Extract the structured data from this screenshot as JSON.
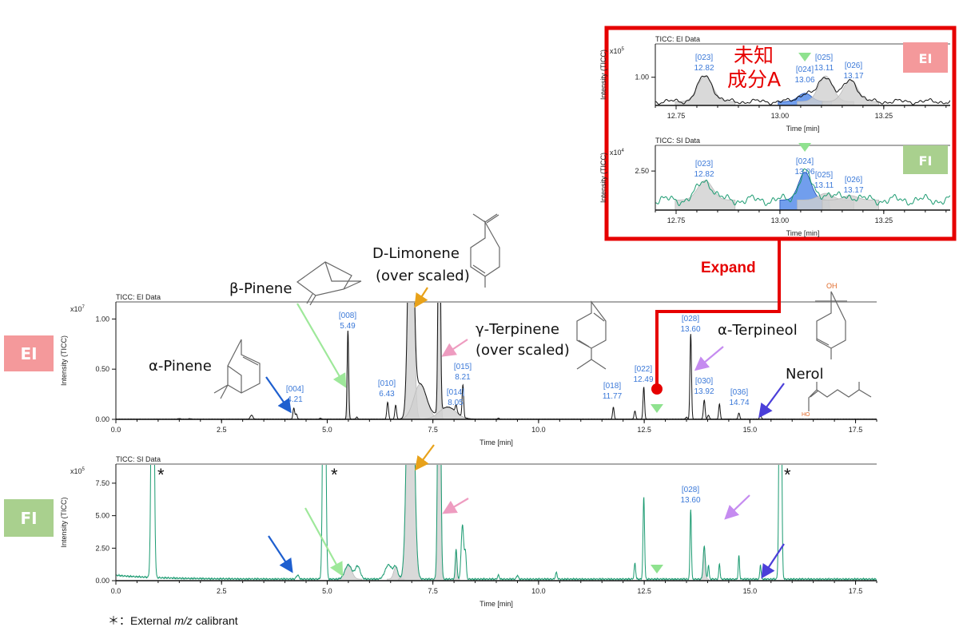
{
  "colors": {
    "ei_trace": "#111111",
    "fi_trace": "#1a9a70",
    "peak_label": "#3a78d8",
    "highlight": "#e60000",
    "ei_badge": "#f4999b",
    "fi_badge": "#a9d08e",
    "shade": "#cfcfcf",
    "target_shade": "#4d86e8",
    "marker": "#8fe28f"
  },
  "badges": {
    "ei": "EI",
    "fi": "FI"
  },
  "inset": {
    "unknown_line1": "未知",
    "unknown_line2": "成分A",
    "expand": "Expand"
  },
  "compounds": {
    "alpha_pinene": "α-Pinene",
    "beta_pinene": "β-Pinene",
    "limonene": "D-Limonene",
    "limonene_note": "(over scaled)",
    "terpinene": "γ-Terpinene",
    "terpinene_note": "(over scaled)",
    "terpineol": "α-Terpineol",
    "nerol": "Nerol",
    "oh_label": "OH",
    "ho_label": "HO"
  },
  "calibrant_marker": "*",
  "footer": {
    "symbol": "＊",
    "sep": "：",
    "before": "External ",
    "italic": "m/z",
    "after": " calibrant"
  },
  "chart_data": [
    {
      "id": "ei_main",
      "type": "line",
      "title": "TICC: EI Data",
      "xlabel": "Time [min]",
      "ylabel": "Intensity (TICC)",
      "multiplier_base": "x10",
      "multiplier_exp": "7",
      "xlim": [
        0,
        18
      ],
      "ylim": [
        0,
        1.17
      ],
      "xticks": [
        "0.0",
        "2.5",
        "5.0",
        "7.5",
        "10.0",
        "12.5",
        "15.0",
        "17.5"
      ],
      "yticks": [
        "0.00",
        "0.50",
        "1.00"
      ],
      "baseline": {
        "level": 0.002,
        "start_extra": 0,
        "decay": 1
      },
      "noise": 0.002,
      "peaks": [
        {
          "t": 1.5,
          "h": 0.006,
          "w": 0.03
        },
        {
          "t": 1.75,
          "h": 0.005,
          "w": 0.03
        },
        {
          "t": 3.21,
          "h": 0.04,
          "w": 0.03
        },
        {
          "t": 4.21,
          "h": 0.11,
          "w": 0.02
        },
        {
          "t": 4.27,
          "h": 0.05,
          "w": 0.02
        },
        {
          "t": 4.84,
          "h": 0.01,
          "w": 0.02
        },
        {
          "t": 5.49,
          "h": 0.88,
          "w": 0.018,
          "shade": "gray"
        },
        {
          "t": 5.7,
          "h": 0.02,
          "w": 0.02
        },
        {
          "t": 6.43,
          "h": 0.17,
          "w": 0.02
        },
        {
          "t": 6.62,
          "h": 0.14,
          "w": 0.02
        },
        {
          "t": 6.98,
          "h": 3.0,
          "w": 0.06,
          "shade": "gray"
        },
        {
          "t": 7.2,
          "h": 0.35,
          "w": 0.15,
          "shade": "gray"
        },
        {
          "t": 7.65,
          "h": 3.0,
          "w": 0.025,
          "shade": "gray"
        },
        {
          "t": 7.85,
          "h": 0.12,
          "w": 0.2,
          "shade": "gray"
        },
        {
          "t": 8.05,
          "h": 0.07,
          "w": 0.02
        },
        {
          "t": 8.21,
          "h": 0.32,
          "w": 0.018
        },
        {
          "t": 9.05,
          "h": 0.01,
          "w": 0.02
        },
        {
          "t": 11.77,
          "h": 0.12,
          "w": 0.018
        },
        {
          "t": 12.28,
          "h": 0.08,
          "w": 0.02
        },
        {
          "t": 12.49,
          "h": 0.32,
          "w": 0.018
        },
        {
          "t": 13.5,
          "h": 0.02,
          "w": 0.02
        },
        {
          "t": 13.6,
          "h": 0.85,
          "w": 0.018
        },
        {
          "t": 13.92,
          "h": 0.19,
          "w": 0.02
        },
        {
          "t": 14.02,
          "h": 0.04,
          "w": 0.02
        },
        {
          "t": 14.28,
          "h": 0.15,
          "w": 0.018
        },
        {
          "t": 14.74,
          "h": 0.06,
          "w": 0.02
        },
        {
          "t": 15.25,
          "h": 0.04,
          "w": 0.02
        }
      ],
      "peak_labels": [
        {
          "id": "[004]",
          "rt": "4.21"
        },
        {
          "id": "[008]",
          "rt": "5.49"
        },
        {
          "id": "[010]",
          "rt": "6.43"
        },
        {
          "id": "[014]",
          "rt": "8.05"
        },
        {
          "id": "[015]",
          "rt": "8.21"
        },
        {
          "id": "[018]",
          "rt": "11.77"
        },
        {
          "id": "[022]",
          "rt": "12.49"
        },
        {
          "id": "[028]",
          "rt": "13.60"
        },
        {
          "id": "[030]",
          "rt": "13.92"
        },
        {
          "id": "[036]",
          "rt": "14.74"
        }
      ],
      "marker_time": 12.8
    },
    {
      "id": "fi_main",
      "type": "line",
      "title": "TICC: SI Data",
      "xlabel": "Time [min]",
      "ylabel": "Intensity (TICC)",
      "multiplier_base": "x10",
      "multiplier_exp": "5",
      "xlim": [
        0,
        18
      ],
      "ylim": [
        0,
        8.97
      ],
      "xticks": [
        "0.0",
        "2.5",
        "5.0",
        "7.5",
        "10.0",
        "12.5",
        "15.0",
        "17.5"
      ],
      "yticks": [
        "0.00",
        "2.50",
        "5.00",
        "7.50"
      ],
      "baseline": {
        "level": 0.12,
        "start_extra": 0.3,
        "decay": 1.0
      },
      "noise": 0.07,
      "peaks": [
        {
          "t": 0.87,
          "h": 30,
          "w": 0.03
        },
        {
          "t": 4.3,
          "h": 0.3,
          "w": 0.03
        },
        {
          "t": 4.93,
          "h": 30,
          "w": 0.03
        },
        {
          "t": 5.5,
          "h": 1.1,
          "w": 0.08,
          "shade": "gray"
        },
        {
          "t": 5.72,
          "h": 1.0,
          "w": 0.06
        },
        {
          "t": 6.45,
          "h": 1.1,
          "w": 0.08
        },
        {
          "t": 6.62,
          "h": 0.9,
          "w": 0.05,
          "shade": "gray"
        },
        {
          "t": 6.97,
          "h": 30,
          "w": 0.07,
          "shade": "gray"
        },
        {
          "t": 7.65,
          "h": 30,
          "w": 0.03,
          "shade": "gray"
        },
        {
          "t": 8.05,
          "h": 2.3,
          "w": 0.02,
          "shade": "gray"
        },
        {
          "t": 8.2,
          "h": 4.2,
          "w": 0.03
        },
        {
          "t": 8.27,
          "h": 2.0,
          "w": 0.02
        },
        {
          "t": 9.05,
          "h": 0.3,
          "w": 0.02
        },
        {
          "t": 9.5,
          "h": 0.3,
          "w": 0.02
        },
        {
          "t": 10.42,
          "h": 0.5,
          "w": 0.02
        },
        {
          "t": 12.28,
          "h": 1.2,
          "w": 0.018
        },
        {
          "t": 12.49,
          "h": 6.3,
          "w": 0.018
        },
        {
          "t": 13.6,
          "h": 5.4,
          "w": 0.016
        },
        {
          "t": 13.92,
          "h": 2.5,
          "w": 0.025,
          "shade": "gray"
        },
        {
          "t": 14.02,
          "h": 1.1,
          "w": 0.015
        },
        {
          "t": 14.28,
          "h": 1.2,
          "w": 0.015
        },
        {
          "t": 14.74,
          "h": 1.8,
          "w": 0.015
        },
        {
          "t": 15.25,
          "h": 1.1,
          "w": 0.015
        },
        {
          "t": 15.72,
          "h": 30,
          "w": 0.025
        }
      ],
      "peak_labels": [
        {
          "id": "[028]",
          "rt": "13.60"
        }
      ],
      "marker_time": 12.8
    },
    {
      "id": "ei_inset",
      "type": "line",
      "title": "TICC: EI Data",
      "xlabel": "Time [min]",
      "ylabel": "Intensity (TICC)",
      "multiplier_base": "x10",
      "multiplier_exp": "5",
      "xlim": [
        12.7,
        13.41
      ],
      "ylim": [
        0.78,
        1.26
      ],
      "xticks": [
        "12.75",
        "13.00",
        "13.25"
      ],
      "yticks": [
        "1.00"
      ],
      "baseline": {
        "level": 0.81,
        "start_extra": 0,
        "decay": 1
      },
      "noise": 0.025,
      "peaks": [
        {
          "t": 12.82,
          "h": 0.2,
          "w": 0.018,
          "shade": "gray"
        },
        {
          "t": 13.06,
          "h": 0.065,
          "w": 0.016,
          "shade": "blue"
        },
        {
          "t": 13.11,
          "h": 0.2,
          "w": 0.017,
          "shade": "gray"
        },
        {
          "t": 13.17,
          "h": 0.17,
          "w": 0.017,
          "shade": "gray"
        }
      ],
      "peak_labels": [
        {
          "id": "[023]",
          "rt": "12.82"
        },
        {
          "id": "[024]",
          "rt": "13.06"
        },
        {
          "id": "[025]",
          "rt": "13.11"
        },
        {
          "id": "[026]",
          "rt": "13.17"
        }
      ],
      "marker_time": 13.06
    },
    {
      "id": "fi_inset",
      "type": "line",
      "title": "TICC: SI Data",
      "xlabel": "Time [min]",
      "ylabel": "Intensity (TICC)",
      "multiplier_base": "x10",
      "multiplier_exp": "4",
      "xlim": [
        12.7,
        13.41
      ],
      "ylim": [
        1.8,
        2.96
      ],
      "xticks": [
        "12.75",
        "13.00",
        "13.25"
      ],
      "yticks": [
        "2.50"
      ],
      "baseline": {
        "level": 1.98,
        "start_extra": 0,
        "decay": 1
      },
      "noise": 0.11,
      "peaks": [
        {
          "t": 12.82,
          "h": 0.35,
          "w": 0.018,
          "shade": "gray"
        },
        {
          "t": 13.06,
          "h": 0.5,
          "w": 0.015,
          "shade": "blue"
        },
        {
          "t": 13.11,
          "h": 0.12,
          "w": 0.017,
          "shade": "gray"
        },
        {
          "t": 13.17,
          "h": 0.08,
          "w": 0.017,
          "shade": "gray"
        }
      ],
      "peak_labels": [
        {
          "id": "[023]",
          "rt": "12.82"
        },
        {
          "id": "[024]",
          "rt": "13.06"
        },
        {
          "id": "[025]",
          "rt": "13.11"
        },
        {
          "id": "[026]",
          "rt": "13.17"
        }
      ],
      "marker_time": 13.06
    }
  ]
}
